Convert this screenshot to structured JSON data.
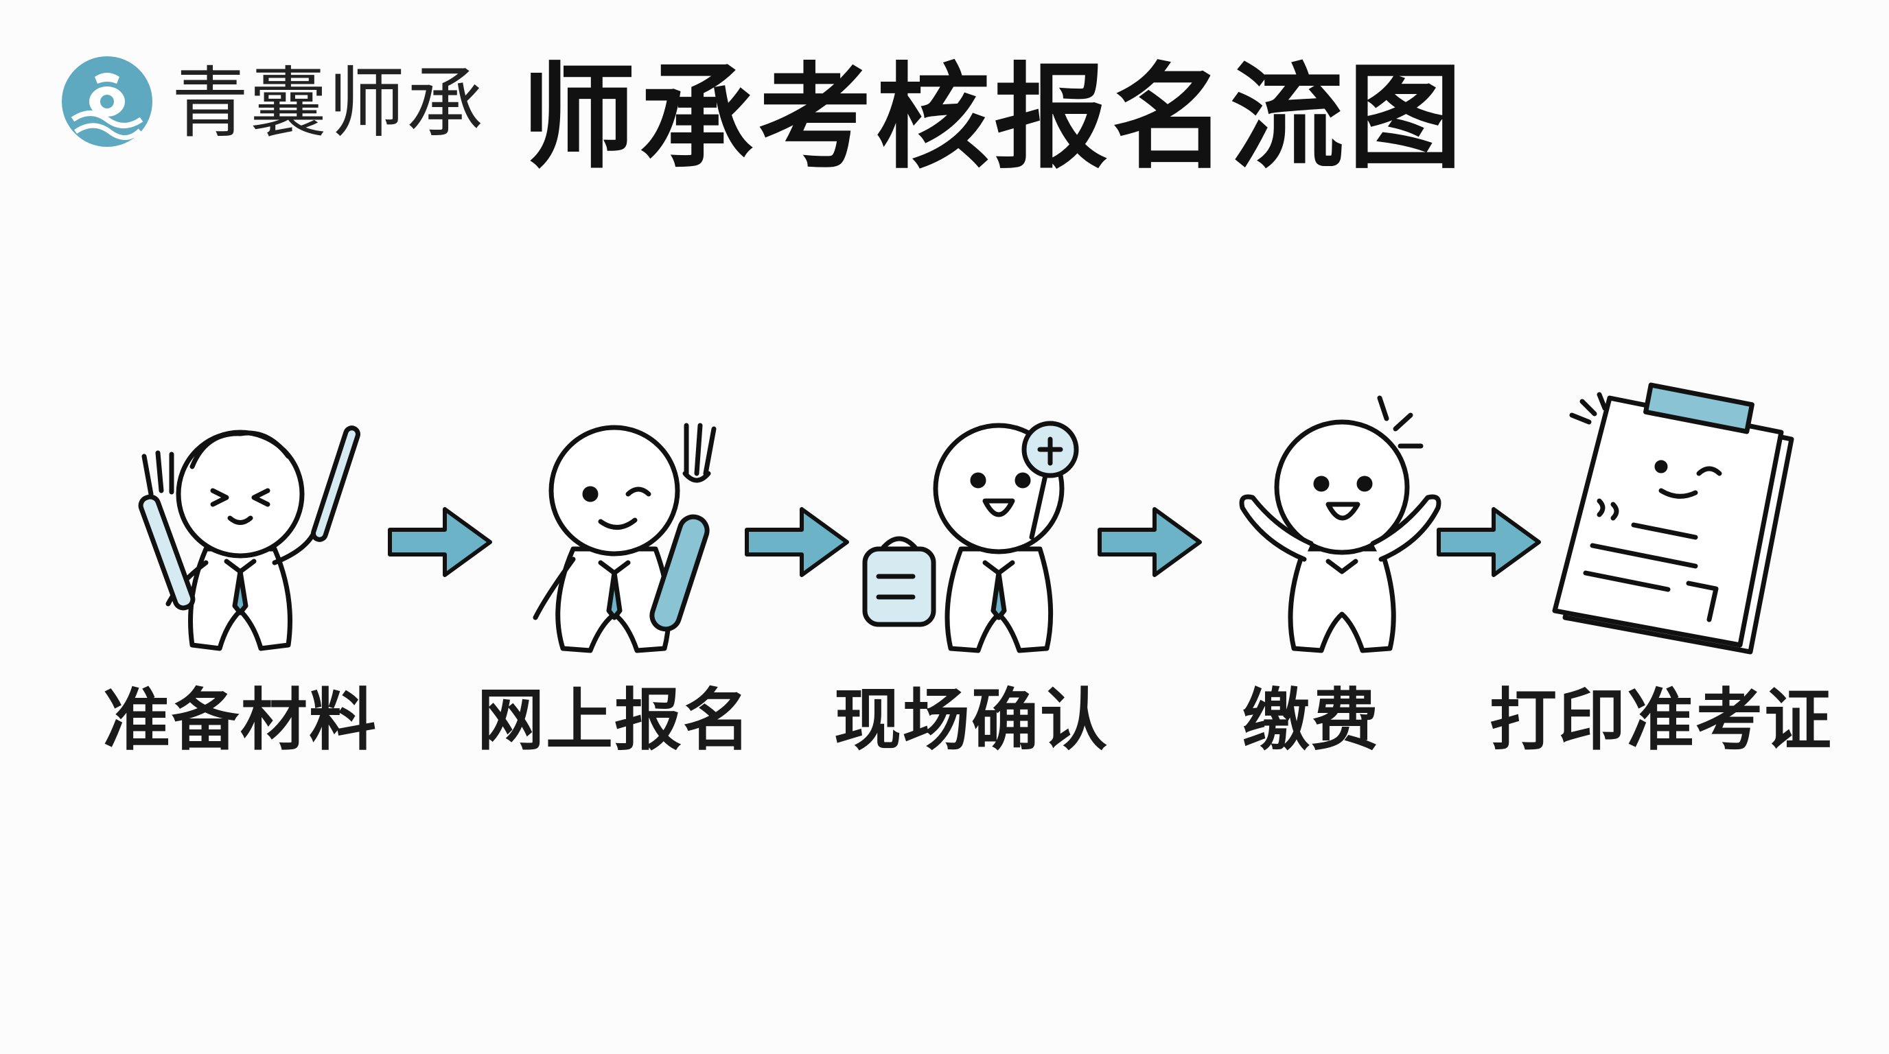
{
  "brand": {
    "name": "青囊师承",
    "logo_icon": "gourd-wave-logo-icon",
    "accent_color": "#5ea9bf"
  },
  "title": "师承考核报名流图",
  "steps": [
    {
      "label": "准备材料",
      "icon": "character-with-utensils-icon"
    },
    {
      "label": "网上报名",
      "icon": "character-winking-with-fork-icon"
    },
    {
      "label": "现场确认",
      "icon": "character-with-bag-and-magnifier-icon"
    },
    {
      "label": "缴费",
      "icon": "character-cheering-icon"
    },
    {
      "label": "打印准考证",
      "icon": "admission-ticket-document-icon"
    }
  ],
  "arrow_color": "#6db3c7",
  "line_color": "#111111"
}
